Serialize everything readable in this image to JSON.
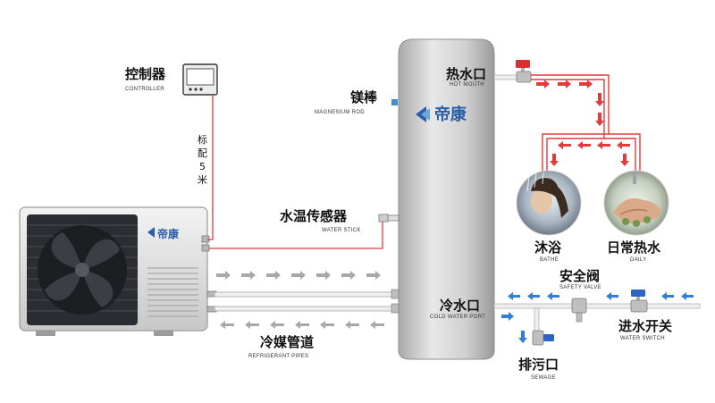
{
  "brand": {
    "name": "帝康",
    "color": "#2a5ea8"
  },
  "labels": {
    "controller": {
      "zh": "控制器",
      "en": "CONTROLLER"
    },
    "cable_note": [
      "标",
      "配",
      "5",
      "米"
    ],
    "magnesium_rod": {
      "zh": "镁棒",
      "en": "MAGNESIUM ROD"
    },
    "water_sensor": {
      "zh": "水温传感器",
      "en": "WATER STICK"
    },
    "refrigerant_pipes": {
      "zh": "冷媒管道",
      "en": "REFRIGERANT PIPES"
    },
    "hot_mouth": {
      "zh": "热水口",
      "en": "HOT MOUTH"
    },
    "cold_port": {
      "zh": "冷水口",
      "en": "COLD WATER PORT"
    },
    "bathe": {
      "zh": "沐浴",
      "en": "BATHE"
    },
    "daily": {
      "zh": "日常热水",
      "en": "DAILY"
    },
    "safety_valve": {
      "zh": "安全阀",
      "en": "SAFETY VALVE"
    },
    "water_switch": {
      "zh": "进水开关",
      "en": "WATER SWITCH"
    },
    "sewage": {
      "zh": "排污口",
      "en": "SEWAGE"
    }
  },
  "colors": {
    "hot": "#e23b3b",
    "cold": "#2f7fd6",
    "pipe_gray": "#bdbdbd",
    "tank": "#c9c9c9",
    "valve_red": "#d83030",
    "valve_blue": "#2c63c4",
    "magnesium_marker": "#3a8fd8"
  },
  "icons": {
    "controller": "controller-icon",
    "fan": "fan-icon",
    "shower": "shower-icon",
    "hands": "hands-icon"
  }
}
